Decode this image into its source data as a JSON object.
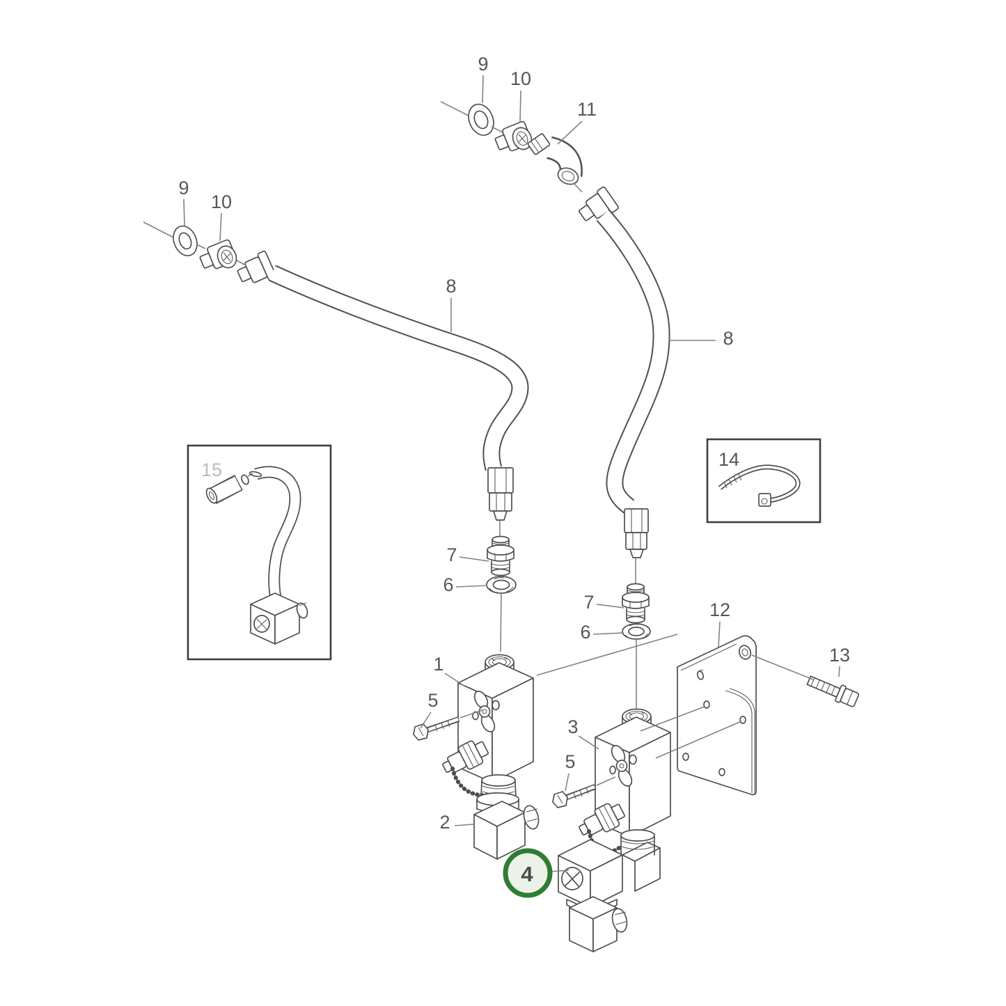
{
  "diagram": {
    "background": "#ffffff",
    "line_color": "#4f4f4f",
    "leader_color": "#828282",
    "label_color": "#565656",
    "muted_label_color": "#bcbcbc",
    "highlight": {
      "ring_color": "#2e7d33",
      "fill_color": "#edf2e9",
      "text_color": "#47503f",
      "label": "4"
    },
    "callouts": {
      "washer_top": "9",
      "union_nut_top": "10",
      "elbow_fitting": "11",
      "washer_left": "9",
      "union_nut_left": "10",
      "hose_left": "8",
      "hose_right": "8",
      "vent_hose_inset": "15",
      "cable_tie_inset": "14",
      "nipple_left": "7",
      "sealing_washer_left": "6",
      "nipple_right": "7",
      "sealing_washer_right": "6",
      "valve_body_left": "1",
      "screw_left": "5",
      "solenoid_left": "2",
      "valve_body_right": "3",
      "screw_right": "5",
      "bracket": "12",
      "flange_screw": "13"
    }
  }
}
